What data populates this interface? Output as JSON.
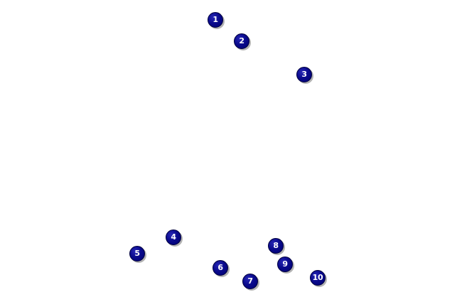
{
  "markers": [
    {
      "label": "1"
    },
    {
      "label": "2"
    },
    {
      "label": "3"
    },
    {
      "label": "4"
    },
    {
      "label": "5"
    },
    {
      "label": "6"
    },
    {
      "label": "7"
    },
    {
      "label": "8"
    },
    {
      "label": "9"
    },
    {
      "label": "10"
    }
  ],
  "colors": {
    "background": "#ffffff",
    "marker_fill": "#000080",
    "marker_highlight": "#2727b5",
    "marker_text": "#ffffff",
    "marker_shadow": "#b3b3b3"
  },
  "icons": {
    "marker": "numbered-circle-marker-icon"
  }
}
